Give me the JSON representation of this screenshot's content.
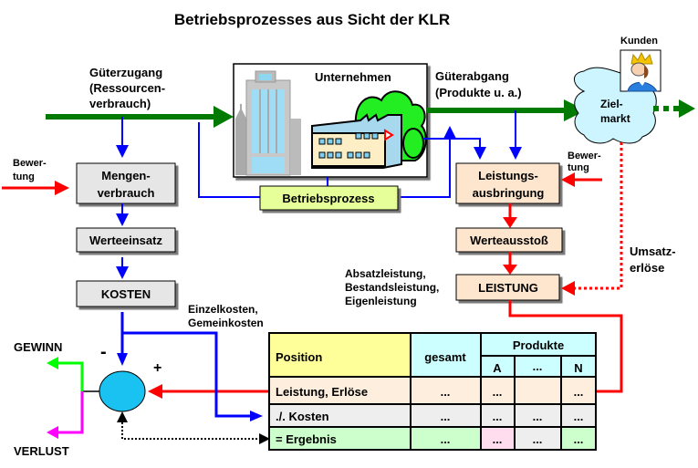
{
  "title": "Betriebsprozesses aus Sicht der KLR",
  "labels": {
    "gueterzugang": [
      "Güterzugang",
      "(Ressourcen-",
      "verbrauch)"
    ],
    "gueterabgang": [
      "Güterabgang",
      "(Produkte u. a.)"
    ],
    "unternehmen": "Unternehmen",
    "kunden": "Kunden",
    "zielmarkt": [
      "Ziel-",
      "markt"
    ],
    "bewertung_left": [
      "Bewer-",
      "tung"
    ],
    "bewertung_right": [
      "Bewer-",
      "tung"
    ],
    "umsatzerloese": [
      "Umsatz-",
      "erlöse"
    ],
    "leistungsarten": [
      "Absatzleistung,",
      "Bestandsleistung,",
      "Eigenleistung"
    ],
    "kostenarten": [
      "Einzelkosten,",
      "Gemeinkosten"
    ],
    "gewinn": "GEWINN",
    "verlust": "VERLUST",
    "minus": "-",
    "plus": "+"
  },
  "boxes": {
    "mengenverbrauch": [
      "Mengen-",
      "verbrauch"
    ],
    "werteeinsatz": "Werteeinsatz",
    "kosten": "KOSTEN",
    "betriebsprozess": "Betriebsprozess",
    "leistungsausbringung": [
      "Leistungs-",
      "ausbringung"
    ],
    "werteausstoss": "Werteausstoß",
    "leistung": "LEISTUNG"
  },
  "table": {
    "headers": {
      "position": "Position",
      "gesamt": "gesamt",
      "produkte": "Produkte",
      "sub": [
        "A",
        "...",
        "N"
      ]
    },
    "rows": [
      {
        "position": "Leistung, Erlöse",
        "gesamt": "...",
        "cells": [
          "...",
          "",
          "..."
        ]
      },
      {
        "position": "./. Kosten",
        "gesamt": "...",
        "cells": [
          "...",
          "...",
          "..."
        ]
      },
      {
        "position": "= Ergebnis",
        "gesamt": "...",
        "cells": [
          "...",
          "...",
          "..."
        ]
      }
    ]
  },
  "colors": {
    "green_flow": "#007A00",
    "blue_flow": "#0000FF",
    "red_flow": "#FF0000",
    "gray_box": "#E6E6E6",
    "peach_box": "#FDE5CE",
    "lime_box": "#E6FF99",
    "cyan_header": "#CCFFFF",
    "yellow_header": "#FFFF99",
    "green_row": "#CCFFCC",
    "pink_cell": "#FFDDEE",
    "circle": "#19C2F0",
    "gewinn": "#00FF00",
    "verlust": "#FF00FF"
  }
}
